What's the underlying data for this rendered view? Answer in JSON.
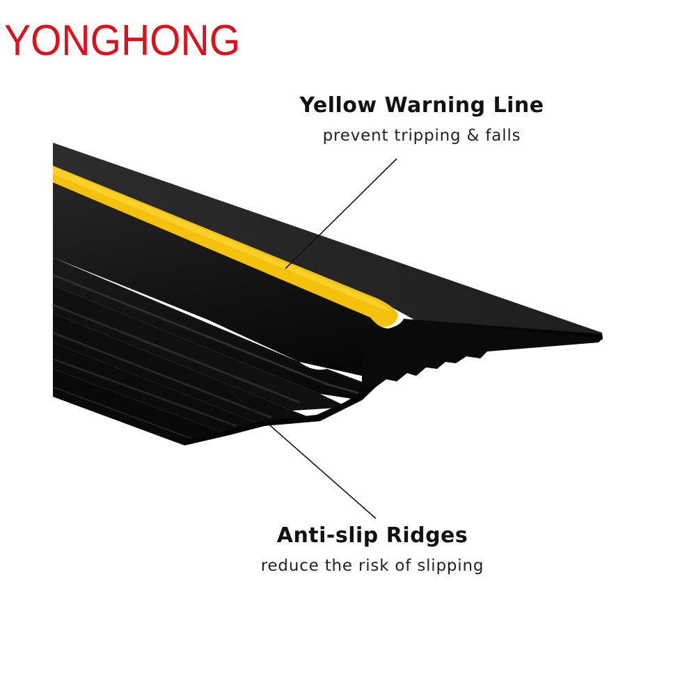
{
  "brand": {
    "name": "YONGHONG",
    "color": "#e0101a"
  },
  "callouts": {
    "warning_line": {
      "title": "Yellow Warning Line",
      "subtitle": "prevent tripping & falls"
    },
    "anti_slip": {
      "title": "Anti-slip Ridges",
      "subtitle": "reduce the risk of slipping"
    }
  },
  "product": {
    "name": "threshold-seal-strip",
    "body_color": "#141414",
    "stripe_color": "#f4c20d"
  }
}
